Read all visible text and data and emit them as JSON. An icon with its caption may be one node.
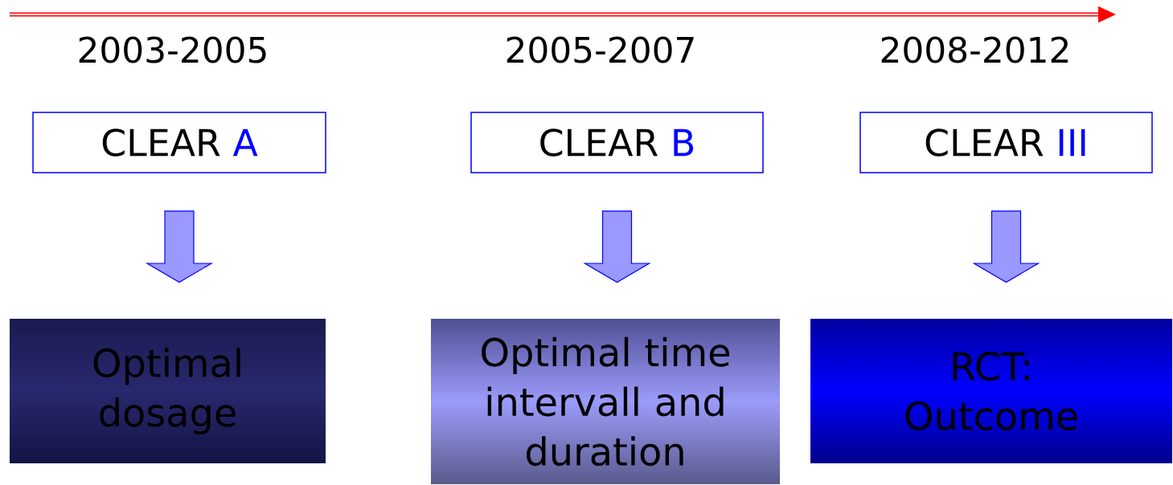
{
  "diagram": {
    "nodes": [
      {
        "text": [
          "CLEAR",
          "A"
        ],
        "beside": [
          "2003-2005"
        ]
      },
      {
        "text": [
          "CLEAR",
          "B"
        ],
        "beside": [
          "2005-2007"
        ]
      },
      {
        "text": [
          "CLEAR",
          "III"
        ],
        "beside": [
          "2008-2012"
        ]
      },
      {
        "text": [
          "Optimal dosage"
        ]
      },
      {
        "text": [
          "Optimal time intervall and duration"
        ]
      },
      {
        "text": [
          "RCT: Outcome"
        ]
      }
    ],
    "edges": [
      {
        "from": 0,
        "to": 3,
        "arrow": "to"
      },
      {
        "from": 1,
        "to": 4,
        "arrow": "to"
      },
      {
        "from": 2,
        "to": 5,
        "arrow": "to"
      }
    ]
  }
}
